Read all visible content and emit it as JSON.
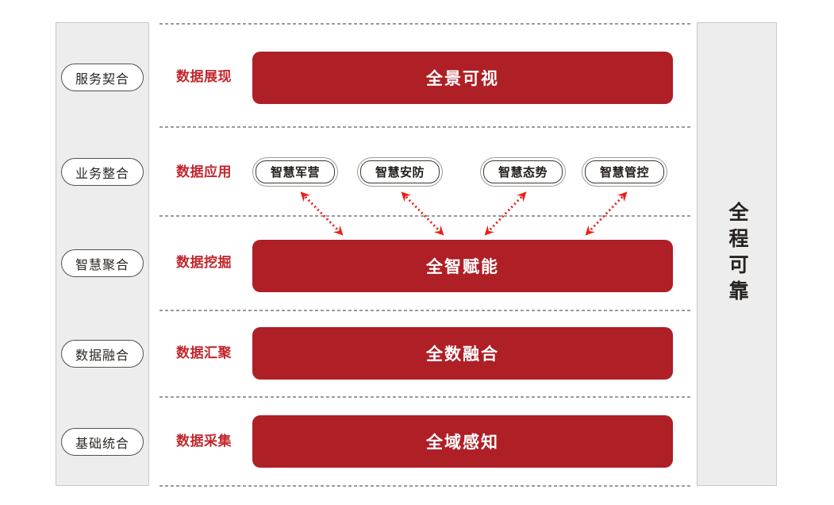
{
  "diagram": {
    "left_panel": {
      "items": [
        "服务契合",
        "业务整合",
        "智慧聚合",
        "数据融合",
        "基础统合"
      ]
    },
    "right_panel": {
      "label": "全程可靠"
    },
    "rows": [
      {
        "label": "数据展现",
        "bar": "全景可视"
      },
      {
        "label": "数据应用",
        "apps": [
          "智慧军营",
          "智慧安防",
          "智慧态势",
          "智慧管控"
        ]
      },
      {
        "label": "数据挖掘",
        "bar": "全智赋能"
      },
      {
        "label": "数据汇聚",
        "bar": "全数融合"
      },
      {
        "label": "数据采集",
        "bar": "全域感知"
      }
    ],
    "colors": {
      "bar_red": "#AF1F26",
      "label_red": "#C1272D",
      "arrow_red": "#E7211A",
      "panel_gray": "#EDEDED",
      "separator_gray": "#9B9B9B"
    }
  }
}
